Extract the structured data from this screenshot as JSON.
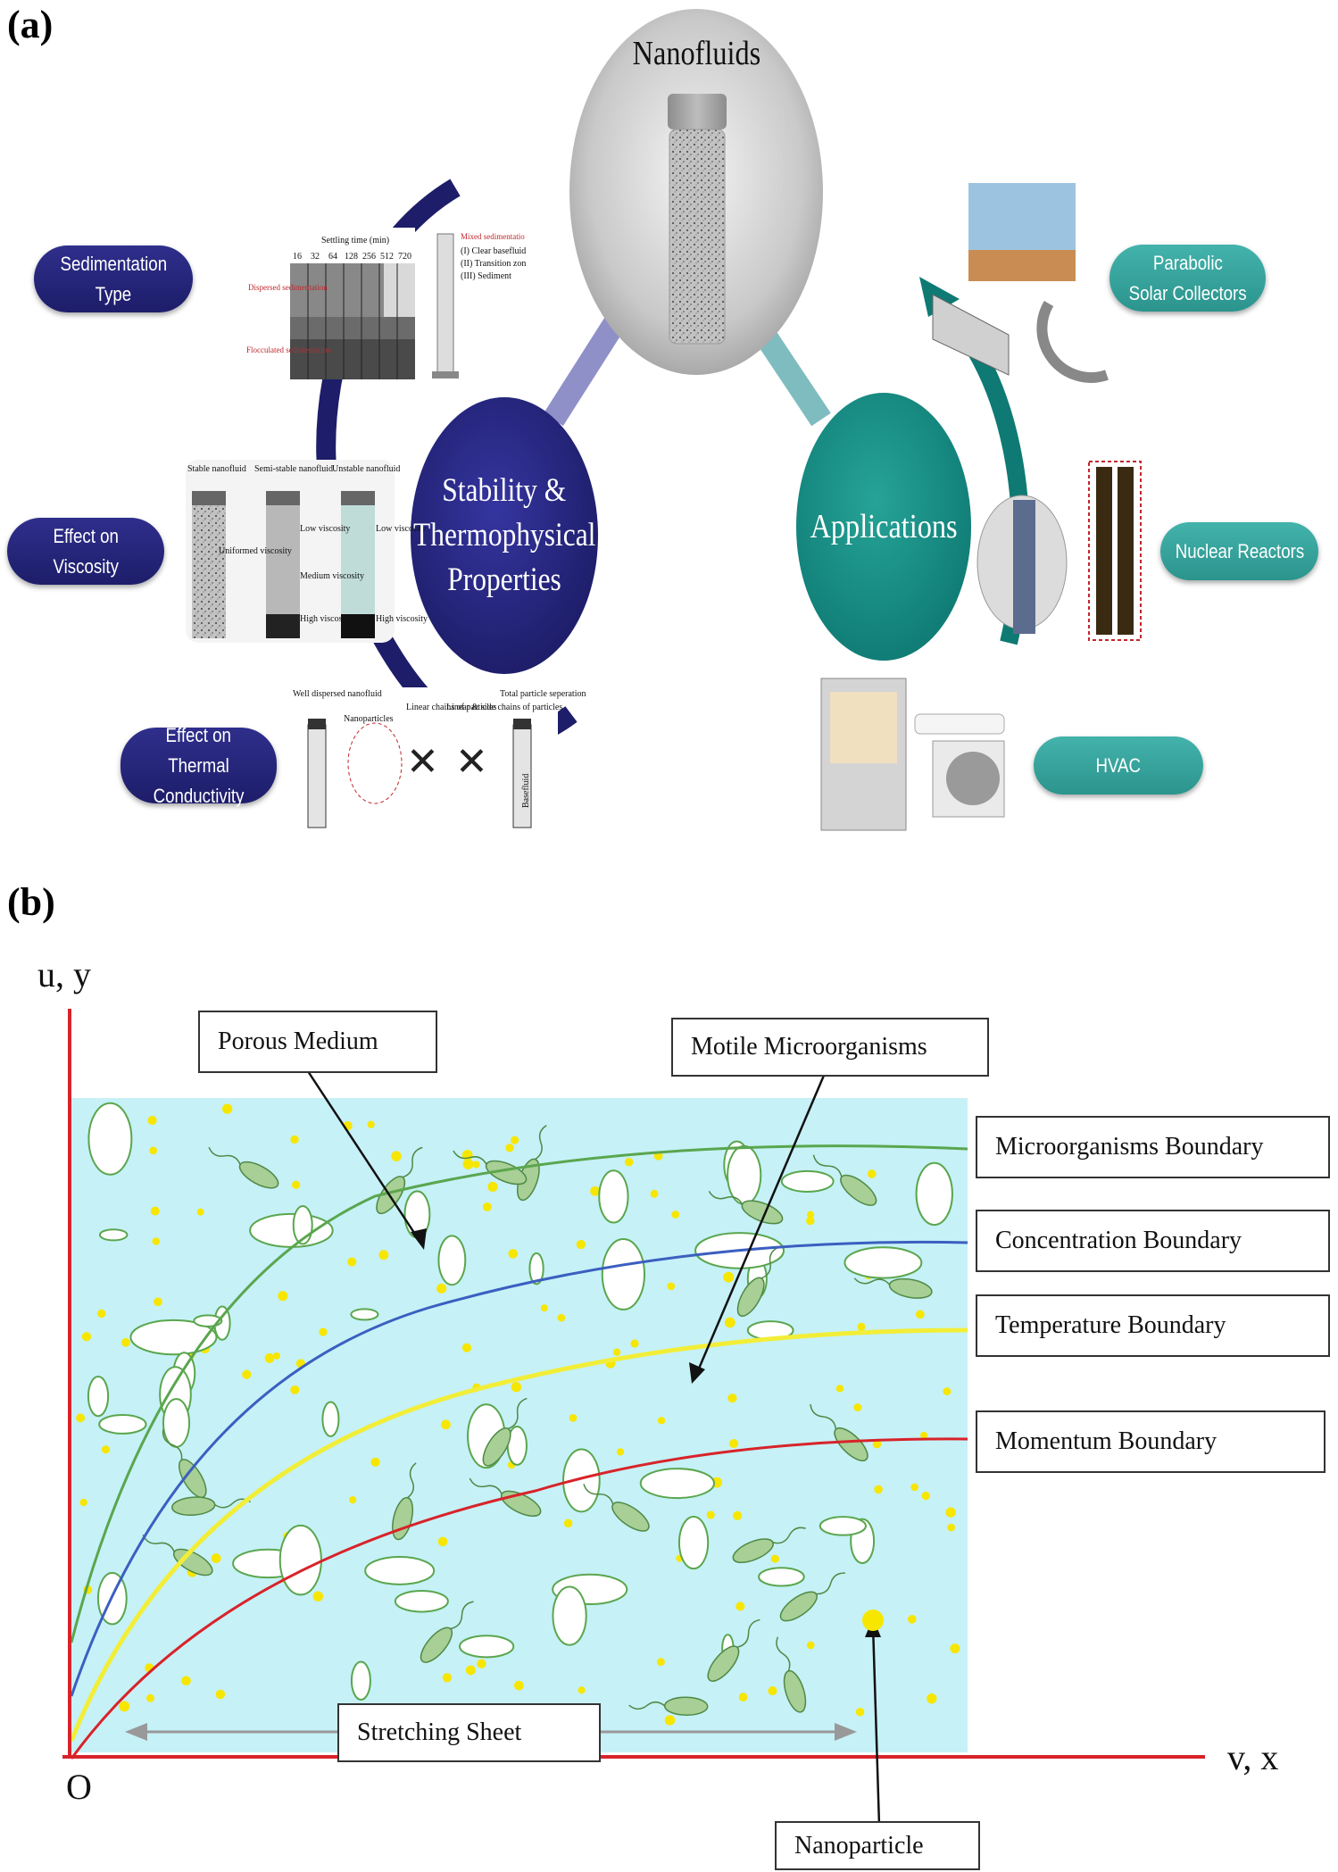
{
  "panel_labels": {
    "a": "(a)",
    "b": "(b)"
  },
  "panel_a": {
    "center": "Nanofluids",
    "left_circle": [
      "Stability &",
      "Thermophysical",
      "Properties"
    ],
    "right_circle": "Applications",
    "left_pills": [
      [
        "Sedimentation",
        "Type"
      ],
      [
        "Effect on",
        "Viscosity"
      ],
      [
        "Effect on",
        "Thermal Conductivity"
      ]
    ],
    "right_pills": [
      [
        "Parabolic",
        "Solar Collectors"
      ],
      [
        "Nuclear Reactors"
      ],
      [
        "HVAC"
      ]
    ],
    "sedimentation_thumb": {
      "title": "Settling time (min)",
      "times": [
        "16",
        "32",
        "64",
        "128",
        "256",
        "512",
        "720"
      ],
      "dispersed": "Dispersed sedimentation",
      "flocculated": "Flocculated sedimentation",
      "mixed": "Mixed sedimentatio",
      "zones": [
        "(I) Clear basefluid",
        "(II) Transition zon",
        "(III) Sediment"
      ]
    },
    "viscosity_thumb": {
      "headers": [
        "Stable nanofluid",
        "Semi-stable nanofluid",
        "Unstable nanofluid"
      ],
      "uniform": "Uniformed viscosity",
      "low": "Low viscosity",
      "medium": "Medium viscosity",
      "high": "High viscosity"
    },
    "conductivity_thumb": {
      "labels": [
        "Well dispersed nanofluid",
        "Nanoparticles",
        "Linear chains of particles",
        "Linear & side chains of particles",
        "Total particle seperation"
      ],
      "basefluid": "Basefluid"
    }
  },
  "panel_b": {
    "y_axis": "u, y",
    "x_axis": "v, x",
    "origin": "O",
    "labels": {
      "porous": "Porous Medium",
      "motile": "Motile Microorganisms",
      "micro_boundary": "Microorganisms Boundary",
      "conc_boundary": "Concentration Boundary",
      "temp_boundary": "Temperature Boundary",
      "mom_boundary": "Momentum Boundary",
      "sheet": "Stretching Sheet",
      "nanoparticle": "Nanoparticle"
    },
    "colors": {
      "background": "#c6f1f7",
      "microorganisms": "#5aa64e",
      "concentration": "#3b5fc0",
      "temperature": "#f2ee38",
      "momentum": "#d8232a",
      "axis": "#d8232a"
    }
  }
}
